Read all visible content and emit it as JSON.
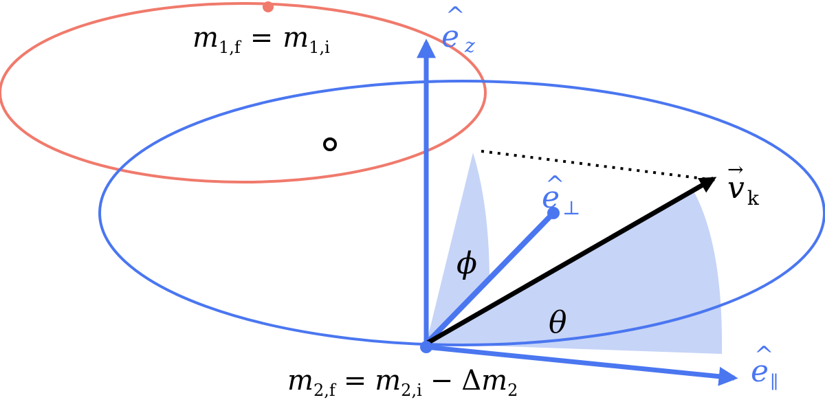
{
  "labels": {
    "m1_lhs": "m",
    "m1_lhs_sub": "1,f",
    "m1_eq": "=",
    "m1_rhs": "m",
    "m1_rhs_sub": "1,i",
    "m2_lhs": "m",
    "m2_lhs_sub": "2,f",
    "m2_eq": "=",
    "m2_rhs": "m",
    "m2_rhs_sub": "2,i",
    "m2_minus": "−",
    "m2_delta": "Δ",
    "m2_dm": "m",
    "m2_dm_sub": "2",
    "ez": "e",
    "ez_hat": "^",
    "ez_sub": "z",
    "eperp": "e",
    "eperp_hat": "^",
    "eperp_sub": "⊥",
    "epar": "e",
    "epar_hat": "^",
    "epar_sub": "∥",
    "vk": "v",
    "vk_arrow": "→",
    "vk_sub": "k",
    "phi": "ϕ",
    "theta": "θ"
  },
  "colors": {
    "blue": "#4a76f0",
    "red": "#f07a6c",
    "shade": "#c6d4f7",
    "black": "#000000"
  }
}
